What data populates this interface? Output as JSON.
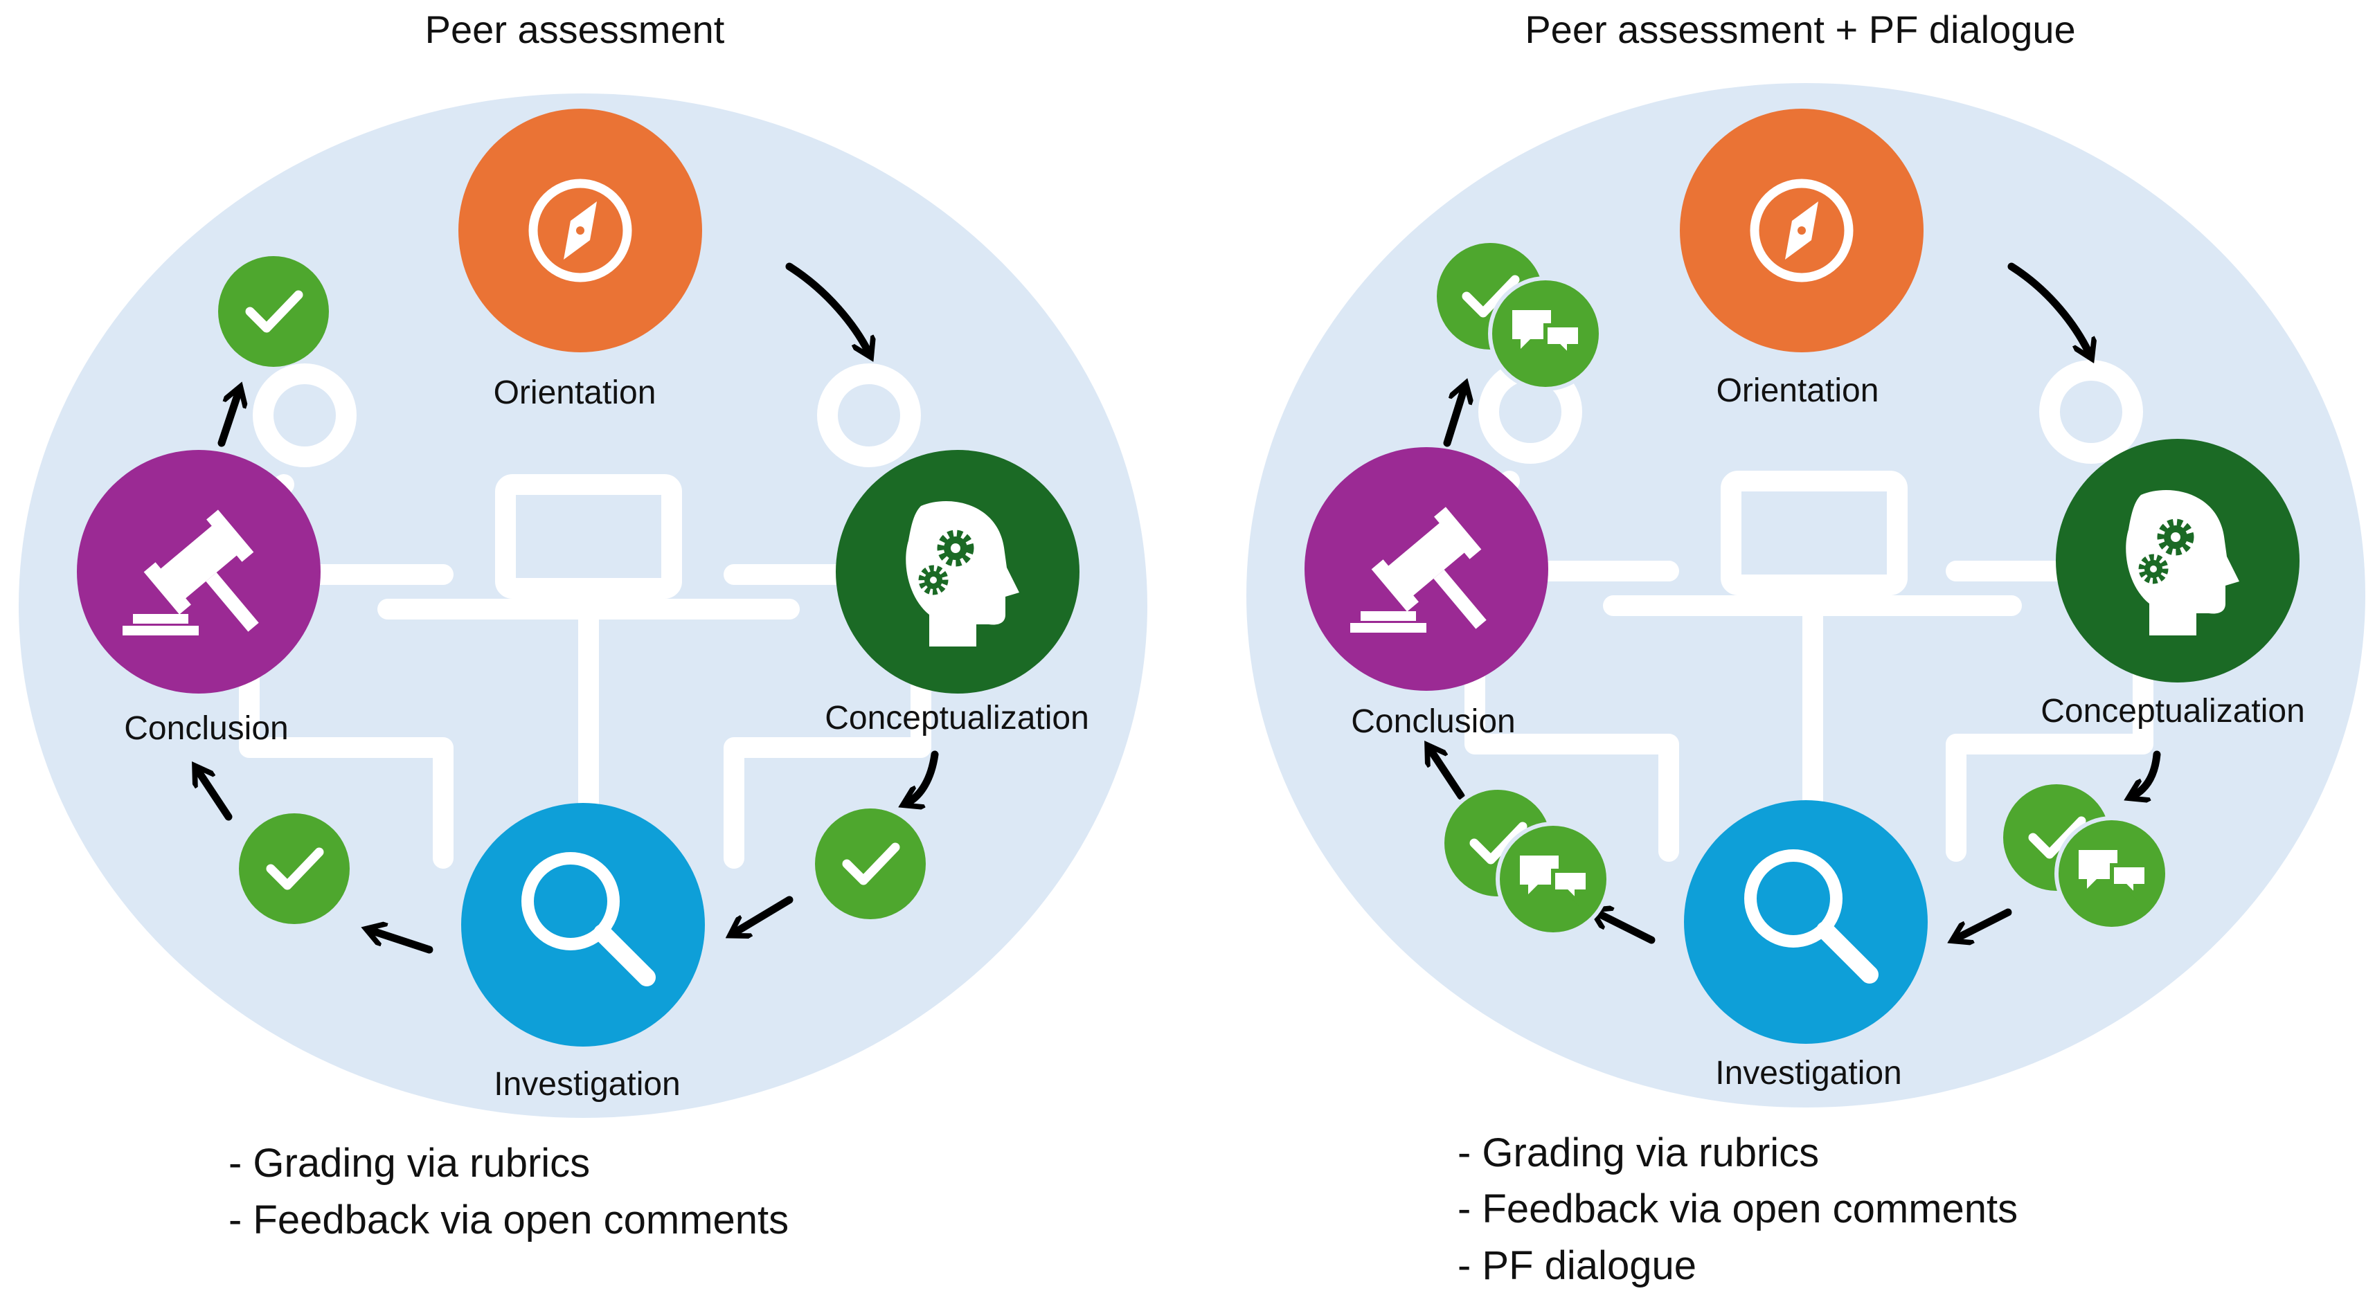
{
  "panels": [
    {
      "id": "left",
      "title": "Peer assessment",
      "stages": [
        {
          "key": "orientation",
          "label": "Orientation",
          "icon": "compass-icon",
          "color": "#EA7335"
        },
        {
          "key": "conceptualization",
          "label": "Conceptualization",
          "icon": "head-gears-icon",
          "color": "#1B6A25"
        },
        {
          "key": "investigation",
          "label": "Investigation",
          "icon": "magnifier-icon",
          "color": "#0E9FD8"
        },
        {
          "key": "conclusion",
          "label": "Conclusion",
          "icon": "gavel-icon",
          "color": "#9B2A94"
        }
      ],
      "checkpoints": [
        {
          "icon": "check-icon",
          "dialogue": false
        },
        {
          "icon": "check-icon",
          "dialogue": false
        },
        {
          "icon": "check-icon",
          "dialogue": false
        }
      ],
      "bullets": [
        "- Grading via rubrics",
        "- Feedback via open comments"
      ]
    },
    {
      "id": "right",
      "title": "Peer assessment + PF dialogue",
      "stages": [
        {
          "key": "orientation",
          "label": "Orientation",
          "icon": "compass-icon",
          "color": "#EA7335"
        },
        {
          "key": "conceptualization",
          "label": "Conceptualization",
          "icon": "head-gears-icon",
          "color": "#1B6A25"
        },
        {
          "key": "investigation",
          "label": "Investigation",
          "icon": "magnifier-icon",
          "color": "#0E9FD8"
        },
        {
          "key": "conclusion",
          "label": "Conclusion",
          "icon": "gavel-icon",
          "color": "#9B2A94"
        }
      ],
      "checkpoints": [
        {
          "icon": "check-icon",
          "dialogue": true
        },
        {
          "icon": "check-icon",
          "dialogue": true
        },
        {
          "icon": "check-icon",
          "dialogue": true
        }
      ],
      "bullets": [
        "- Grading via rubrics",
        "- Feedback via open comments",
        "- PF dialogue"
      ]
    }
  ],
  "colors": {
    "background_ellipse": "#DCE8F5",
    "checkpoint_green": "#4EA72E",
    "arrow": "#000000"
  }
}
